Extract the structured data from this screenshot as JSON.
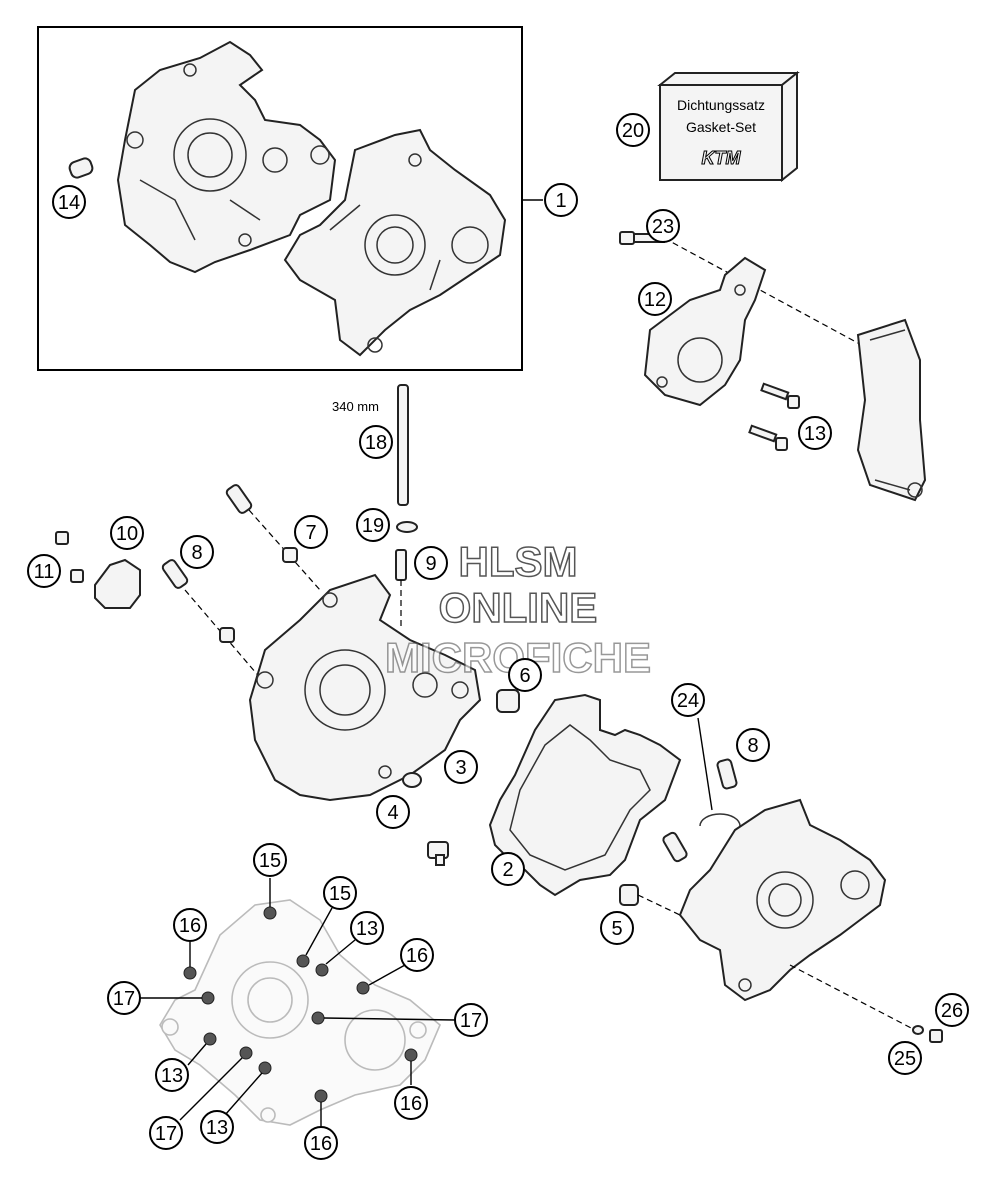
{
  "diagram": {
    "callouts": [
      {
        "id": "c1",
        "label": "1"
      },
      {
        "id": "c2",
        "label": "2"
      },
      {
        "id": "c3",
        "label": "3"
      },
      {
        "id": "c4",
        "label": "4"
      },
      {
        "id": "c5",
        "label": "5"
      },
      {
        "id": "c6",
        "label": "6"
      },
      {
        "id": "c7",
        "label": "7"
      },
      {
        "id": "c8a",
        "label": "8"
      },
      {
        "id": "c8b",
        "label": "8"
      },
      {
        "id": "c9",
        "label": "9"
      },
      {
        "id": "c10",
        "label": "10"
      },
      {
        "id": "c11",
        "label": "11"
      },
      {
        "id": "c12",
        "label": "12"
      },
      {
        "id": "c13a",
        "label": "13"
      },
      {
        "id": "c13b",
        "label": "13"
      },
      {
        "id": "c13c",
        "label": "13"
      },
      {
        "id": "c13d",
        "label": "13"
      },
      {
        "id": "c14",
        "label": "14"
      },
      {
        "id": "c15a",
        "label": "15"
      },
      {
        "id": "c15b",
        "label": "15"
      },
      {
        "id": "c16a",
        "label": "16"
      },
      {
        "id": "c16b",
        "label": "16"
      },
      {
        "id": "c16c",
        "label": "16"
      },
      {
        "id": "c16d",
        "label": "16"
      },
      {
        "id": "c17a",
        "label": "17"
      },
      {
        "id": "c17b",
        "label": "17"
      },
      {
        "id": "c17c",
        "label": "17"
      },
      {
        "id": "c18",
        "label": "18"
      },
      {
        "id": "c19",
        "label": "19"
      },
      {
        "id": "c20",
        "label": "20"
      },
      {
        "id": "c23",
        "label": "23"
      },
      {
        "id": "c24",
        "label": "24"
      },
      {
        "id": "c25",
        "label": "25"
      },
      {
        "id": "c26",
        "label": "26"
      }
    ],
    "dimension_label": "340 mm",
    "gasket_box": {
      "line1": "Dichtungssatz",
      "line2": "Gasket-Set",
      "brand": "KTM"
    },
    "watermark": {
      "line1": "HLSM",
      "line2": "ONLINE",
      "line3": "MICROFICHE"
    }
  }
}
